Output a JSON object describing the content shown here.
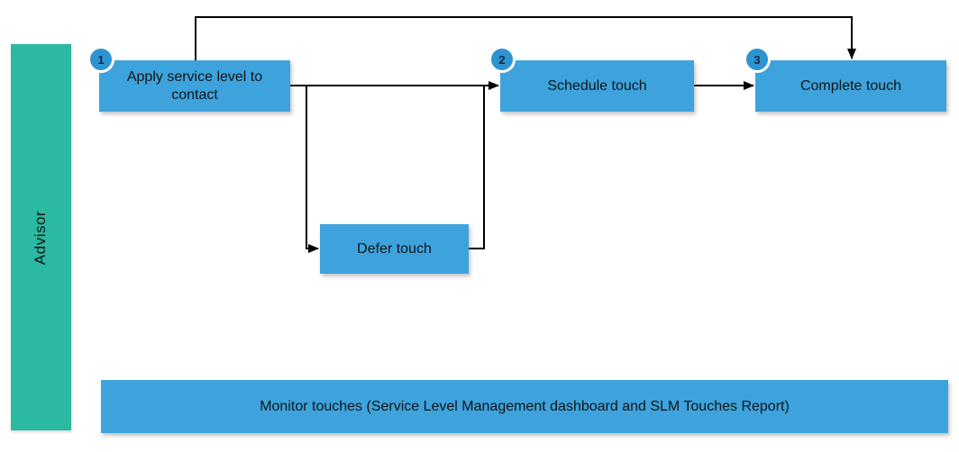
{
  "lane": {
    "label": "Advisor"
  },
  "steps": [
    {
      "number": "1",
      "label": "Apply service level to contact"
    },
    {
      "number": "2",
      "label": "Schedule touch"
    },
    {
      "number": "3",
      "label": "Complete touch"
    }
  ],
  "defer_step": {
    "label": "Defer touch"
  },
  "monitor_bar": {
    "label": "Monitor touches (Service Level Management dashboard and SLM Touches Report)"
  },
  "colors": {
    "box_fill": "#3ea3dc",
    "badge_fill": "#2e93d1",
    "lane_fill": "#2bb9a1",
    "connector": "#000000",
    "box_text": "#111417",
    "badge_text": "#14293f"
  }
}
